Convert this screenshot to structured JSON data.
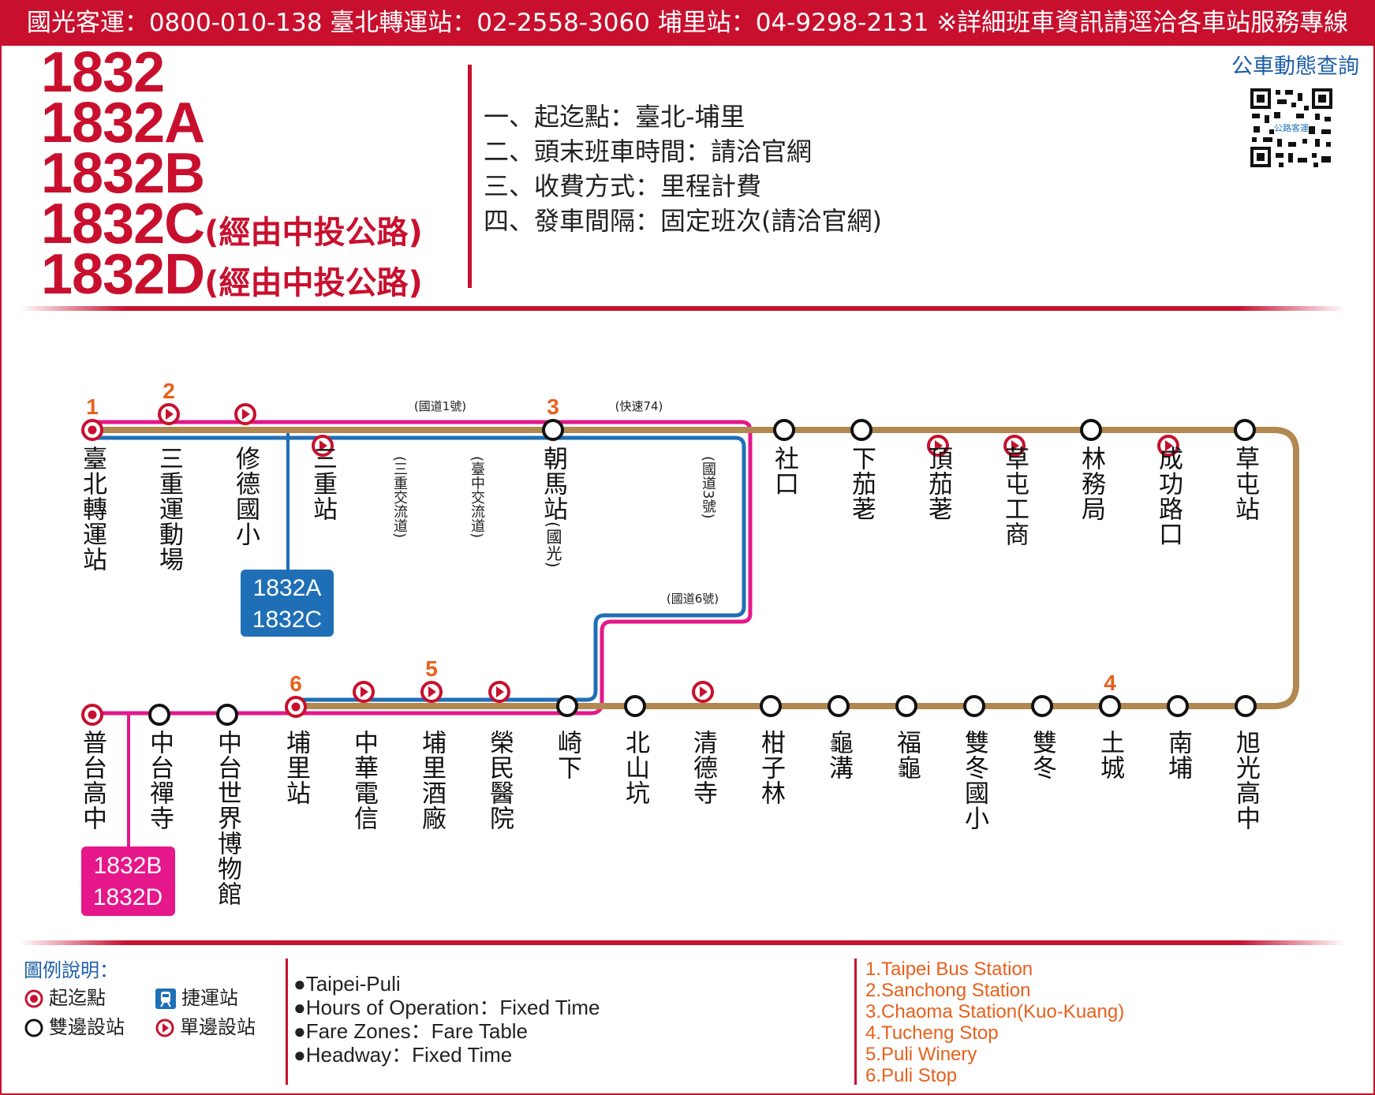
{
  "header": {
    "contact": "國光客運：0800-010-138  臺北轉運站：02-2558-3060  埔里站：04-9298-2131  ※詳細班車資訊請逕洽各車站服務專線"
  },
  "routes": [
    {
      "num": "1832",
      "via": ""
    },
    {
      "num": "1832A",
      "via": ""
    },
    {
      "num": "1832B",
      "via": ""
    },
    {
      "num": "1832C",
      "via": "(經由中投公路)"
    },
    {
      "num": "1832D",
      "via": "(經由中投公路)"
    }
  ],
  "info": [
    "一、起迄點：臺北-埔里",
    "二、頭末班車時間：請洽官網",
    "三、收費方式：里程計費",
    "四、發車間隔：固定班次(請洽官網)"
  ],
  "qr": {
    "title": "公車動態查詢",
    "logo_text": "公路客運"
  },
  "colors": {
    "red": "#c8102e",
    "magenta": "#e5178a",
    "blue": "#1f6fb6",
    "brown": "#b08850",
    "orange": "#e8601c"
  },
  "map": {
    "upper_stops": [
      {
        "name": "臺北轉運站",
        "type": "terminal",
        "num": "1"
      },
      {
        "name": "三重運動場",
        "type": "one-side",
        "num": "2"
      },
      {
        "name": "修德國小",
        "type": "one-side",
        "num": ""
      },
      {
        "name": "三重站",
        "type": "one-side",
        "num": ""
      },
      {
        "name": "朝馬站",
        "sub": "(國光)",
        "type": "two-side",
        "num": "3"
      },
      {
        "name": "社口",
        "type": "two-side",
        "num": ""
      },
      {
        "name": "下茄荖",
        "type": "two-side",
        "num": ""
      },
      {
        "name": "頂茄荖",
        "type": "one-side",
        "num": ""
      },
      {
        "name": "草屯工商",
        "type": "one-side",
        "num": ""
      },
      {
        "name": "林務局",
        "type": "two-side",
        "num": ""
      },
      {
        "name": "成功路口",
        "type": "one-side",
        "num": ""
      },
      {
        "name": "草屯站",
        "type": "two-side",
        "num": ""
      }
    ],
    "lower_stops": [
      {
        "name": "普台高中",
        "type": "terminal",
        "num": ""
      },
      {
        "name": "中台禪寺",
        "type": "two-side",
        "num": ""
      },
      {
        "name": "中台世界博物館",
        "type": "two-side",
        "num": ""
      },
      {
        "name": "埔里站",
        "type": "terminal",
        "num": "6"
      },
      {
        "name": "中華電信",
        "type": "one-side",
        "num": ""
      },
      {
        "name": "埔里酒廠",
        "type": "one-side",
        "num": "5"
      },
      {
        "name": "榮民醫院",
        "type": "one-side",
        "num": ""
      },
      {
        "name": "崎下",
        "type": "two-side",
        "num": ""
      },
      {
        "name": "北山坑",
        "type": "two-side",
        "num": ""
      },
      {
        "name": "清德寺",
        "type": "one-side",
        "num": ""
      },
      {
        "name": "柑子林",
        "type": "two-side",
        "num": ""
      },
      {
        "name": "龜溝",
        "type": "two-side",
        "num": ""
      },
      {
        "name": "福龜",
        "type": "two-side",
        "num": ""
      },
      {
        "name": "雙冬國小",
        "type": "two-side",
        "num": ""
      },
      {
        "name": "雙冬",
        "type": "two-side",
        "num": ""
      },
      {
        "name": "土城",
        "type": "two-side",
        "num": "4"
      },
      {
        "name": "南埔",
        "type": "two-side",
        "num": ""
      },
      {
        "name": "旭光高中",
        "type": "two-side",
        "num": ""
      }
    ],
    "roads": {
      "n1": "(國道1號)",
      "e74": "(快速74)",
      "sanchong": "(三重交流道)",
      "taichung": "(臺中交流道)",
      "n3": "(國道3號)",
      "n6": "(國道6號)"
    },
    "branch_ac": [
      "1832A",
      "1832C"
    ],
    "branch_bd": [
      "1832B",
      "1832D"
    ]
  },
  "legend": {
    "title": "圖例說明：",
    "terminal": "起迄點",
    "two_side": "雙邊設站",
    "mrt": "捷運站",
    "one_side": "單邊設站"
  },
  "en_info": [
    "●Taipei-Puli",
    "●Hours of Operation：Fixed Time",
    "●Fare Zones：Fare Table",
    "●Headway：Fixed Time"
  ],
  "en_stops": [
    "1.Taipei Bus Station",
    "2.Sanchong Station",
    "3.Chaoma Station(Kuo-Kuang)",
    "4.Tucheng Stop",
    "5.Puli Winery",
    "6.Puli Stop"
  ]
}
